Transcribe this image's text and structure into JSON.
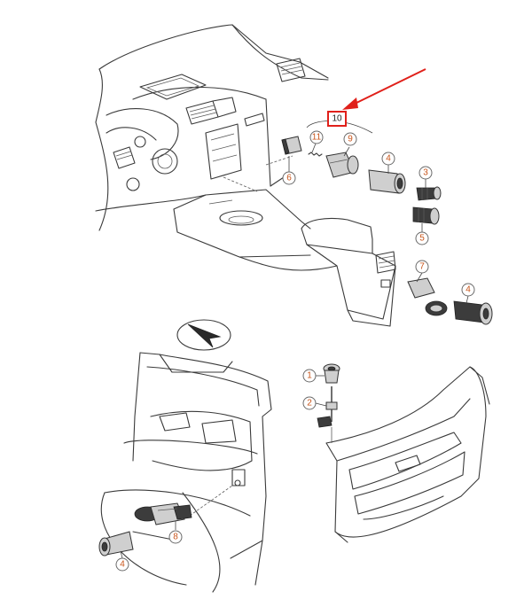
{
  "diagram": {
    "highlight_color": "#e0201a",
    "callout_color": "#c8541a",
    "callouts": {
      "c1": "1",
      "c2": "2",
      "c3": "3",
      "c4a": "4",
      "c4b": "4",
      "c4c": "4",
      "c5": "5",
      "c6": "6",
      "c7": "7",
      "c8": "8",
      "c9": "9",
      "c10": "10",
      "c11": "11"
    }
  }
}
